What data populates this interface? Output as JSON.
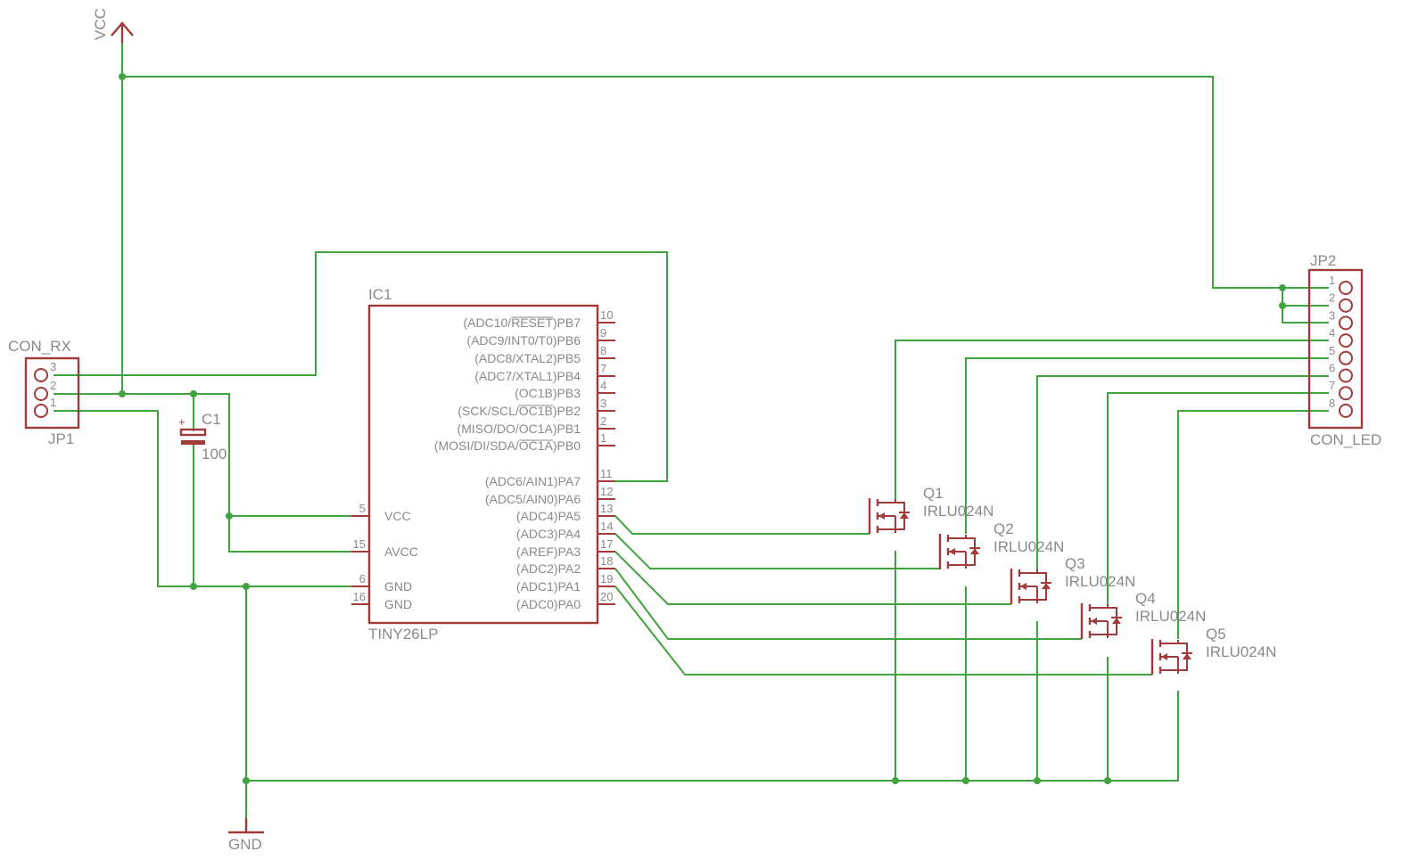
{
  "power": {
    "vcc_label": "VCC",
    "gnd_label": "GND"
  },
  "jp1": {
    "name": "CON_RX",
    "ref": "JP1",
    "pins": [
      "3",
      "2",
      "1"
    ]
  },
  "c1": {
    "ref": "C1",
    "value": "100",
    "plus": "+"
  },
  "ic1": {
    "ref": "IC1",
    "part": "TINY26LP",
    "right_pins": [
      {
        "num": "10",
        "label": "(ADC10/RESET)PB7"
      },
      {
        "num": "9",
        "label": "(ADC9/INT0/T0)PB6"
      },
      {
        "num": "8",
        "label": "(ADC8/XTAL2)PB5"
      },
      {
        "num": "7",
        "label": "(ADC7/XTAL1)PB4"
      },
      {
        "num": "4",
        "label": "(OC1B)PB3"
      },
      {
        "num": "3",
        "label": "(SCK/SCL/OC1B)PB2"
      },
      {
        "num": "2",
        "label": "(MISO/DO/OC1A)PB1"
      },
      {
        "num": "1",
        "label": "(MOSI/DI/SDA/OC1A)PB0"
      },
      {
        "num": "11",
        "label": "(ADC6/AIN1)PA7"
      },
      {
        "num": "12",
        "label": "(ADC5/AIN0)PA6"
      },
      {
        "num": "13",
        "label": "(ADC4)PA5"
      },
      {
        "num": "14",
        "label": "(ADC3)PA4"
      },
      {
        "num": "17",
        "label": "(AREF)PA3"
      },
      {
        "num": "18",
        "label": "(ADC2)PA2"
      },
      {
        "num": "19",
        "label": "(ADC1)PA1"
      },
      {
        "num": "20",
        "label": "(ADC0)PA0"
      }
    ],
    "left_pins": [
      {
        "num": "5",
        "label": "VCC"
      },
      {
        "num": "15",
        "label": "AVCC"
      },
      {
        "num": "6",
        "label": "GND"
      },
      {
        "num": "16",
        "label": "GND"
      }
    ]
  },
  "jp2": {
    "ref": "JP2",
    "name": "CON_LED",
    "pins": [
      "1",
      "2",
      "3",
      "4",
      "5",
      "6",
      "7",
      "8"
    ]
  },
  "mosfets": [
    {
      "ref": "Q1",
      "part": "IRLU024N"
    },
    {
      "ref": "Q2",
      "part": "IRLU024N"
    },
    {
      "ref": "Q3",
      "part": "IRLU024N"
    },
    {
      "ref": "Q4",
      "part": "IRLU024N"
    },
    {
      "ref": "Q5",
      "part": "IRLU024N"
    }
  ],
  "colors": {
    "wire": "#3fa33f",
    "symbol": "#a33a3a",
    "text": "#8a8a8a"
  }
}
